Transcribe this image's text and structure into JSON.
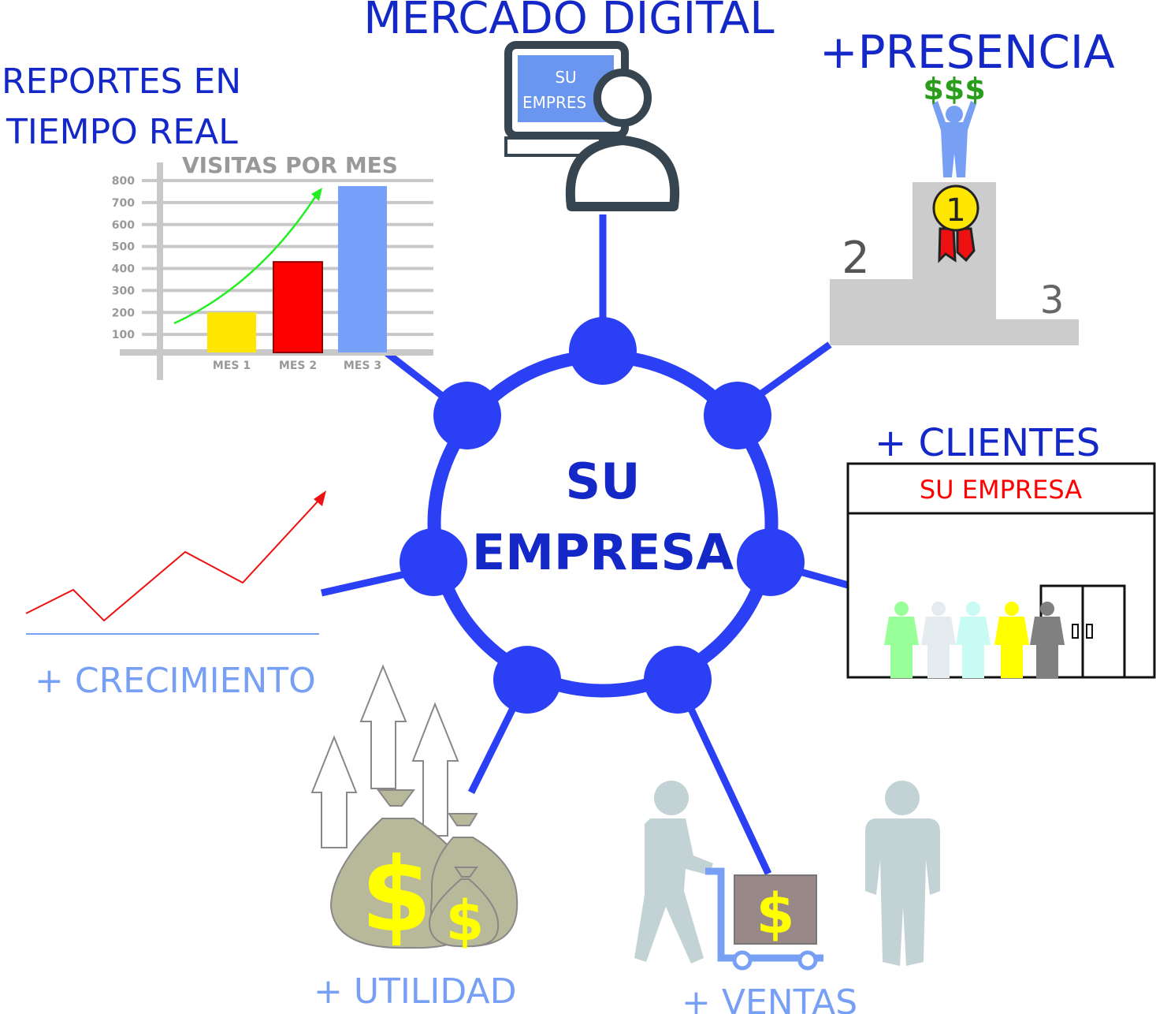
{
  "center": {
    "line1": "SU",
    "line2": "EMPRESA"
  },
  "labels": {
    "mercado_digital": "MERCADO DIGITAL",
    "reportes_line1": "REPORTES EN",
    "reportes_line2": "TIEMPO REAL",
    "presencia": "+PRESENCIA",
    "clientes": "+ CLIENTES",
    "crecimiento": "+ CRECIMIENTO",
    "utilidad": "+ UTILIDAD",
    "ventas": "+ VENTAS"
  },
  "monitor": {
    "line1": "SU",
    "line2": "EMPRES"
  },
  "podium": {
    "money": "$$$",
    "first": "1",
    "second": "2",
    "third": "3"
  },
  "store": {
    "sign": "SU EMPRESA"
  },
  "money_symbol": "$",
  "colors": {
    "hub": "#2b3ff5",
    "title_blue": "#1428c8",
    "light_blue": "#77a0f5",
    "gray": "#999999"
  },
  "chart_data": {
    "type": "bar",
    "title": "VISITAS POR MES",
    "categories": [
      "MES 1",
      "MES 2",
      "MES 3"
    ],
    "values": [
      200,
      430,
      775
    ],
    "colors": [
      "#ffe600",
      "#ff0000",
      "#77a0fa"
    ],
    "yticks": [
      "100",
      "200",
      "300",
      "400",
      "500",
      "600",
      "700",
      "800"
    ],
    "ylim": [
      0,
      800
    ],
    "xlabel": "",
    "ylabel": ""
  }
}
